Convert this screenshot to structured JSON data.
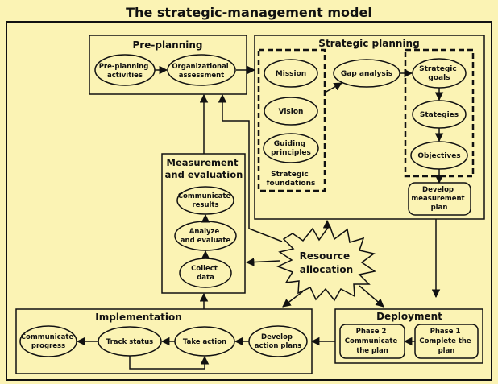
{
  "title": "The strategic-management model",
  "colors": {
    "background": "#fbf3b4",
    "stroke": "#111111"
  },
  "sections": {
    "preplanning": {
      "title": "Pre-planning",
      "activities": [
        "Pre-planning",
        "activities"
      ],
      "assessment": [
        "Organizational",
        "assessment"
      ]
    },
    "strategic": {
      "title": "Strategic planning",
      "mission": "Mission",
      "vision": "Vision",
      "guiding": [
        "Guiding",
        "principles"
      ],
      "foundations": [
        "Strategic",
        "foundations"
      ],
      "gap": "Gap analysis",
      "goals": [
        "Strategic",
        "goals"
      ],
      "strategies": "Stategies",
      "objectives": "Objectives",
      "develop_plan": [
        "Develop",
        "measurement",
        "plan"
      ]
    },
    "measurement": {
      "title": [
        "Measurement",
        "and evaluation"
      ],
      "communicate": [
        "Communicate",
        "results"
      ],
      "analyze": [
        "Analyze",
        "and evaluate"
      ],
      "collect": [
        "Collect",
        "data"
      ]
    },
    "resource": {
      "label": [
        "Resource",
        "allocation"
      ]
    },
    "implementation": {
      "title": "Implementation",
      "communicate": [
        "Communicate",
        "progress"
      ],
      "track": "Track status",
      "take": "Take action",
      "develop": [
        "Develop",
        "action plans"
      ]
    },
    "deployment": {
      "title": "Deployment",
      "phase2": [
        "Phase 2",
        "Communicate",
        "the plan"
      ],
      "phase1": [
        "Phase 1",
        "Complete the",
        "plan"
      ]
    }
  }
}
